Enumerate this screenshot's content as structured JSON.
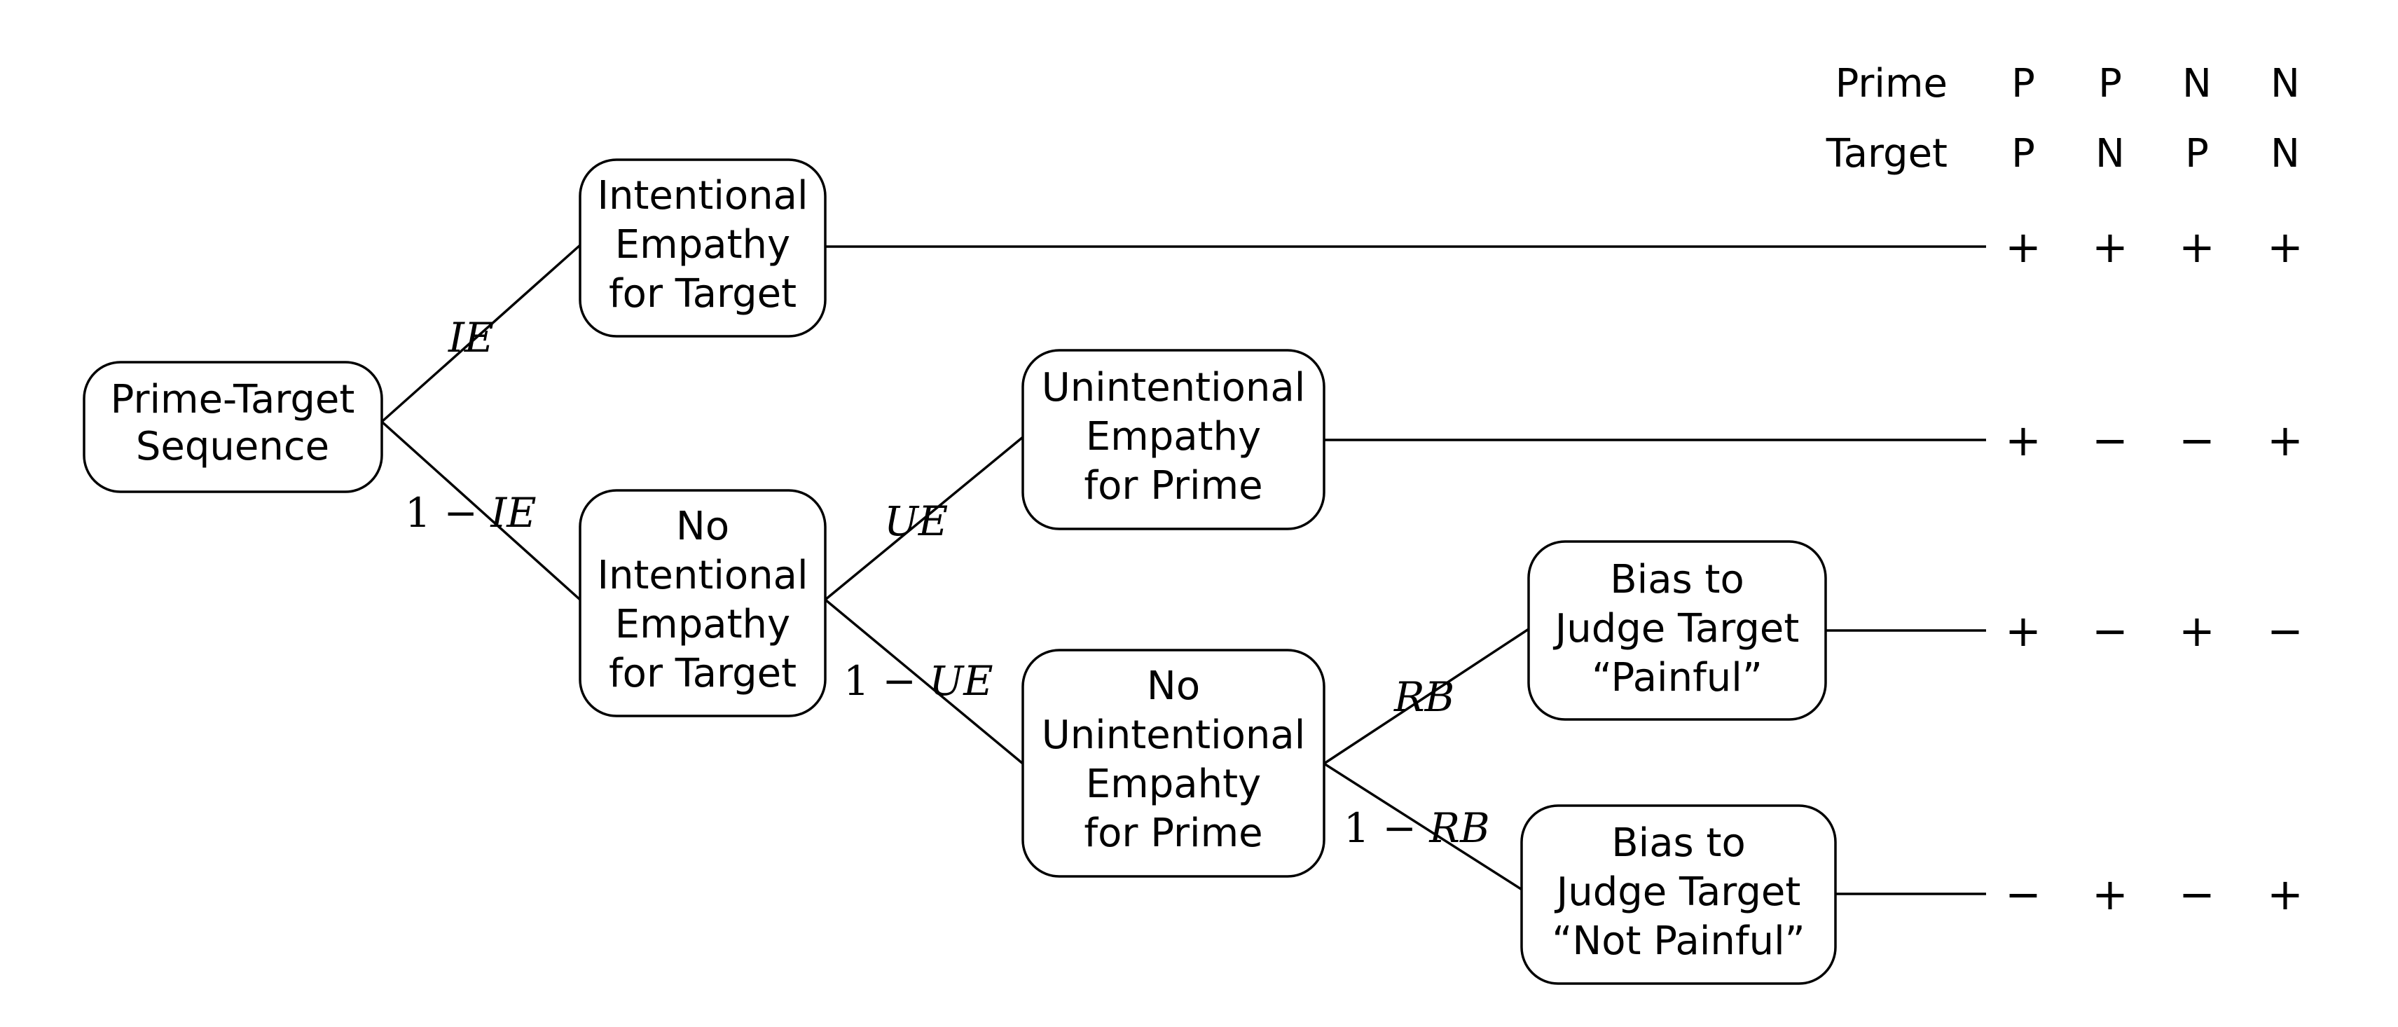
{
  "header": {
    "row_labels": [
      "Prime",
      "Target"
    ],
    "columns": [
      {
        "prime": "P",
        "target": "P"
      },
      {
        "prime": "P",
        "target": "N"
      },
      {
        "prime": "N",
        "target": "P"
      },
      {
        "prime": "N",
        "target": "N"
      }
    ]
  },
  "nodes": {
    "root": {
      "lines": [
        "Prime-Target",
        "Sequence"
      ]
    },
    "intentional_empathy": {
      "lines": [
        "Intentional",
        "Empathy",
        "for Target"
      ]
    },
    "no_intentional_empathy": {
      "lines": [
        "No",
        "Intentional",
        "Empathy",
        "for Target"
      ]
    },
    "unintentional_empathy": {
      "lines": [
        "Unintentional",
        "Empathy",
        "for Prime"
      ]
    },
    "no_unintentional_empathy": {
      "lines": [
        "No",
        "Unintentional",
        "Empahty",
        "for Prime"
      ]
    },
    "bias_painful": {
      "lines": [
        "Bias to",
        "Judge Target",
        "“Painful”"
      ]
    },
    "bias_not_painful": {
      "lines": [
        "Bias to",
        "Judge Target",
        "“Not Painful”"
      ]
    }
  },
  "edges": {
    "ie": {
      "prefix": "",
      "symbol": "IE"
    },
    "not_ie": {
      "prefix": "1 − ",
      "symbol": "IE"
    },
    "ue": {
      "prefix": "",
      "symbol": "UE"
    },
    "not_ue": {
      "prefix": "1 − ",
      "symbol": "UE"
    },
    "rb": {
      "prefix": "",
      "symbol": "RB"
    },
    "not_rb": {
      "prefix": "1 − ",
      "symbol": "RB"
    }
  },
  "outcomes": [
    {
      "node": "intentional_empathy",
      "signs": [
        "+",
        "+",
        "+",
        "+"
      ]
    },
    {
      "node": "unintentional_empathy",
      "signs": [
        "+",
        "−",
        "−",
        "+"
      ]
    },
    {
      "node": "bias_painful",
      "signs": [
        "+",
        "−",
        "+",
        "−"
      ]
    },
    {
      "node": "bias_not_painful",
      "signs": [
        "−",
        "+",
        "−",
        "+"
      ]
    }
  ]
}
